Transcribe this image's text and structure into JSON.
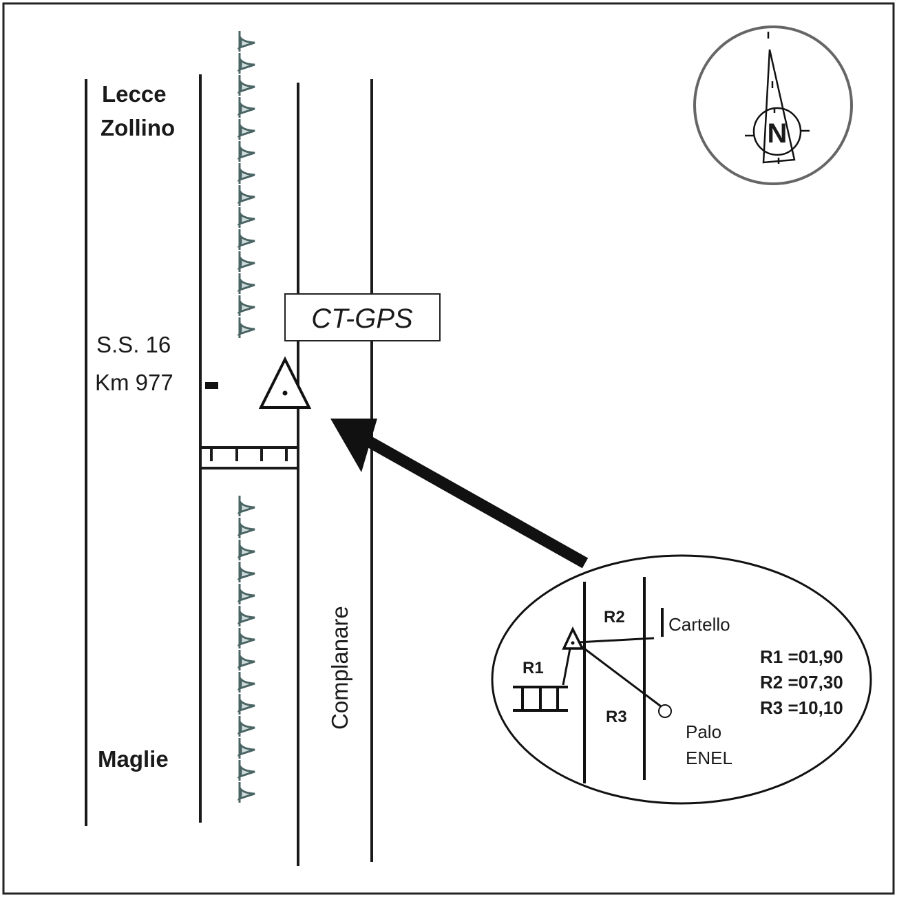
{
  "labels": {
    "lecce": "Lecce",
    "zollino": "Zollino",
    "maglie": "Maglie",
    "ss": "S.S. 16",
    "km": "Km 977",
    "station": "CT-GPS",
    "complanare": "Complanare",
    "compass_letter": "N"
  },
  "inset": {
    "r1": "R1",
    "r2": "R2",
    "r3": "R3",
    "cartello": "Cartello",
    "palo": "Palo",
    "enel": "ENEL",
    "measures": [
      "R1 =01,90",
      "R2 =07,30",
      "R3 =10,10"
    ]
  },
  "colors": {
    "embankment": "#4a6464",
    "compass_ring": "#666666"
  }
}
